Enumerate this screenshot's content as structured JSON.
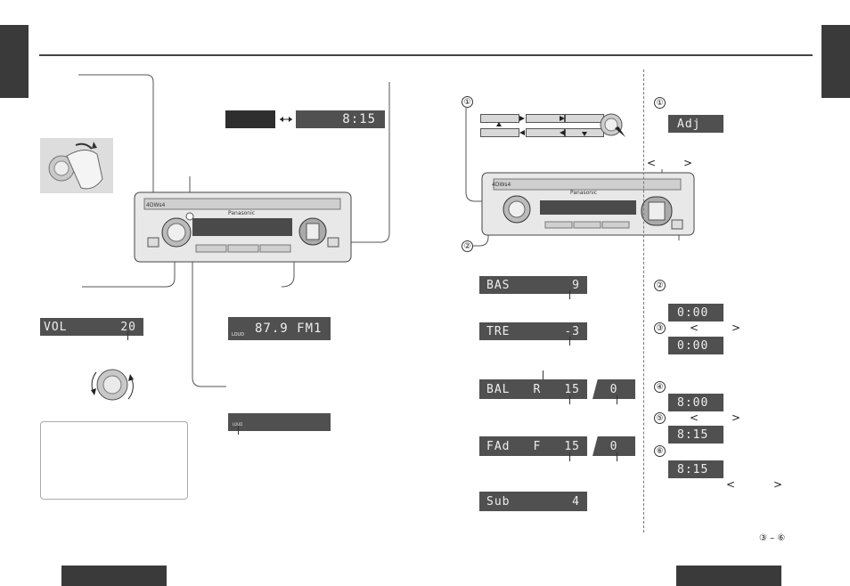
{
  "circled": {
    "one": "①",
    "two": "②",
    "three": "③",
    "four": "④",
    "five": "⑤",
    "six": "⑥"
  },
  "clock": {
    "left_blank": "",
    "arrow": "↔",
    "time": "8:15"
  },
  "vol": {
    "label": "VOL",
    "value": "20"
  },
  "radio": {
    "loud": "LOUD",
    "freq": "87.9",
    "band": "FM1"
  },
  "loud_small": "LOUD",
  "audio": [
    {
      "label": "BAS",
      "value": "9"
    },
    {
      "label": "TRE",
      "value": "-3"
    },
    {
      "label": "BAL",
      "mid": "R",
      "value": "15",
      "side": "0"
    },
    {
      "label": "FAd",
      "mid": "F",
      "value": "15",
      "side": "0"
    },
    {
      "label": "Sub",
      "value": "4"
    }
  ],
  "adjust": {
    "adj_label": "Adj",
    "t1": "0:00",
    "t2": "0:00",
    "t3": "8:00",
    "t4": "8:15",
    "t5": "8:15"
  },
  "chevrons": {
    "left": "<",
    "right": ">"
  },
  "note_range": "③ – ⑥",
  "radio_brand": "Panasonic",
  "radio_badge": "4DWs4"
}
